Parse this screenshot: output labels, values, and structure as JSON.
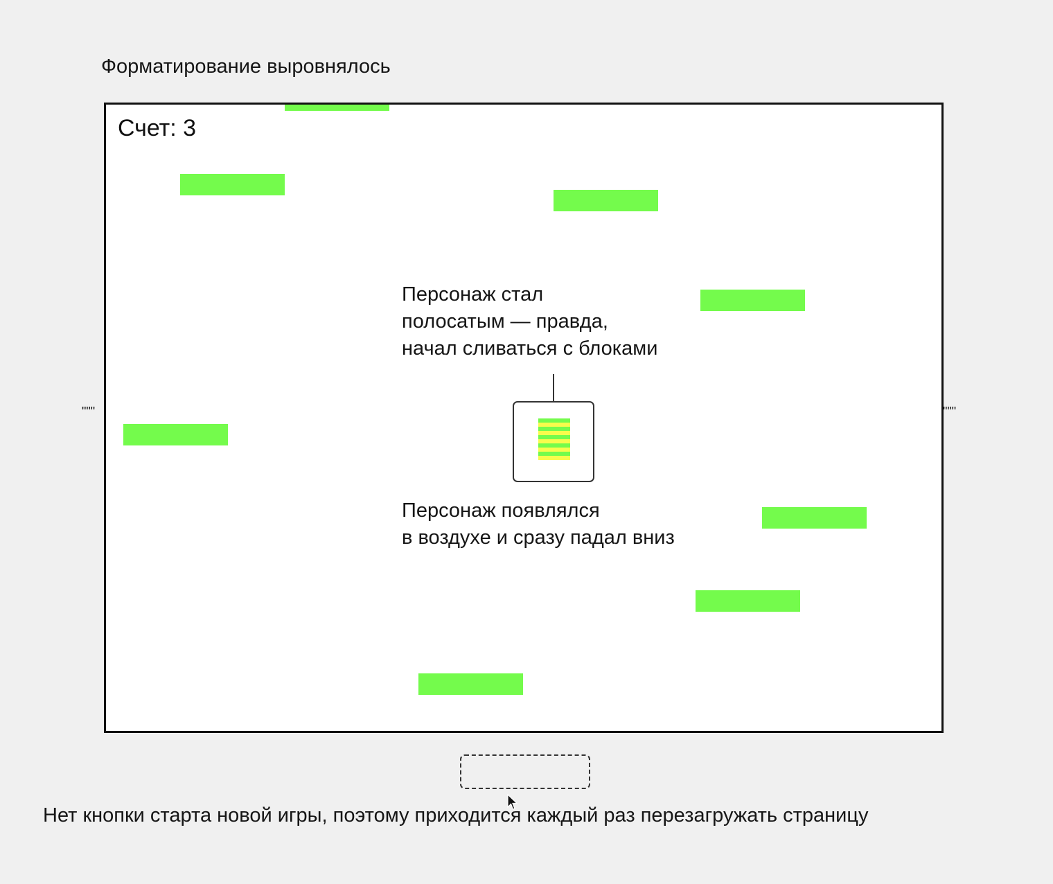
{
  "annotations": {
    "top": "Форматирование выровнялось",
    "striped_line1": "Персонаж стал",
    "striped_line2": "полосатым — правда,",
    "striped_line3": "начал сливаться с блоками",
    "fall_line1": "Персонаж появлялся",
    "fall_line2": "в воздухе и сразу падал вниз",
    "bottom": "Нет кнопки старта новой игры, поэтому приходится каждый раз перезагружать страницу"
  },
  "quotes": {
    "left": "\"\"\"",
    "right": "\"\"\""
  },
  "game": {
    "score_text": "Счет: 3",
    "platform_color": "#74fb4c",
    "player_stripe_colors": [
      "#74fb4c",
      "#f8fb4c"
    ]
  },
  "icons": {
    "cursor": "mouse-pointer-icon"
  }
}
